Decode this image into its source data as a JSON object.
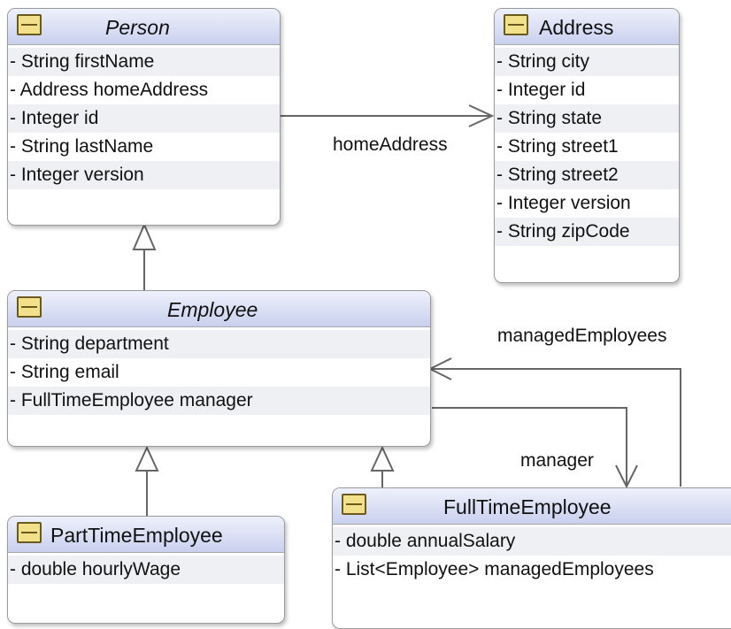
{
  "classes": {
    "person": {
      "name": "Person",
      "attributes": [
        "- String firstName",
        "- Address homeAddress",
        "- Integer id",
        "- String lastName",
        "- Integer version"
      ]
    },
    "address": {
      "name": "Address",
      "attributes": [
        "- String city",
        "- Integer id",
        "- String state",
        "- String street1",
        "- String street2",
        "- Integer version",
        "- String zipCode"
      ]
    },
    "employee": {
      "name": "Employee",
      "attributes": [
        "- String department",
        "- String email",
        "- FullTimeEmployee manager"
      ]
    },
    "parttime": {
      "name": "PartTimeEmployee",
      "attributes": [
        "- double hourlyWage"
      ]
    },
    "fulltime": {
      "name": "FullTimeEmployee",
      "attributes": [
        "- double annualSalary",
        "- List<Employee> managedEmployees"
      ]
    }
  },
  "associations": {
    "home_address": "homeAddress",
    "managed_employees": "managedEmployees",
    "manager": "manager"
  },
  "colors": {
    "header_top": "#eef1fb",
    "header_bottom": "#c9d0ee",
    "icon": "#f3e08a",
    "line": "#666666"
  }
}
